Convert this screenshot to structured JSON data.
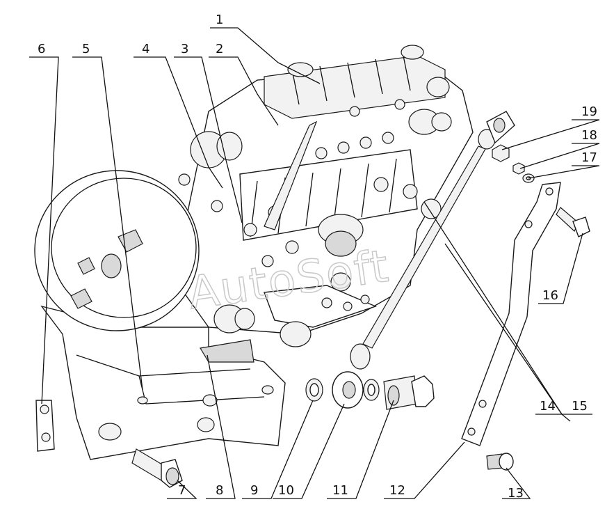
{
  "watermark": "AutoSoft",
  "callouts": [
    {
      "id": "callout-1",
      "text": "1"
    },
    {
      "id": "callout-2",
      "text": "2"
    },
    {
      "id": "callout-3",
      "text": "3"
    },
    {
      "id": "callout-4",
      "text": "4"
    },
    {
      "id": "callout-5",
      "text": "5"
    },
    {
      "id": "callout-6",
      "text": "6"
    },
    {
      "id": "callout-7",
      "text": "7"
    },
    {
      "id": "callout-8",
      "text": "8"
    },
    {
      "id": "callout-9",
      "text": "9"
    },
    {
      "id": "callout-10",
      "text": "10"
    },
    {
      "id": "callout-11",
      "text": "11"
    },
    {
      "id": "callout-12",
      "text": "12"
    },
    {
      "id": "callout-13",
      "text": "13"
    },
    {
      "id": "callout-14",
      "text": "14"
    },
    {
      "id": "callout-15",
      "text": "15"
    },
    {
      "id": "callout-16",
      "text": "16"
    },
    {
      "id": "callout-17",
      "text": "17"
    },
    {
      "id": "callout-18",
      "text": "18"
    },
    {
      "id": "callout-19",
      "text": "19"
    }
  ]
}
